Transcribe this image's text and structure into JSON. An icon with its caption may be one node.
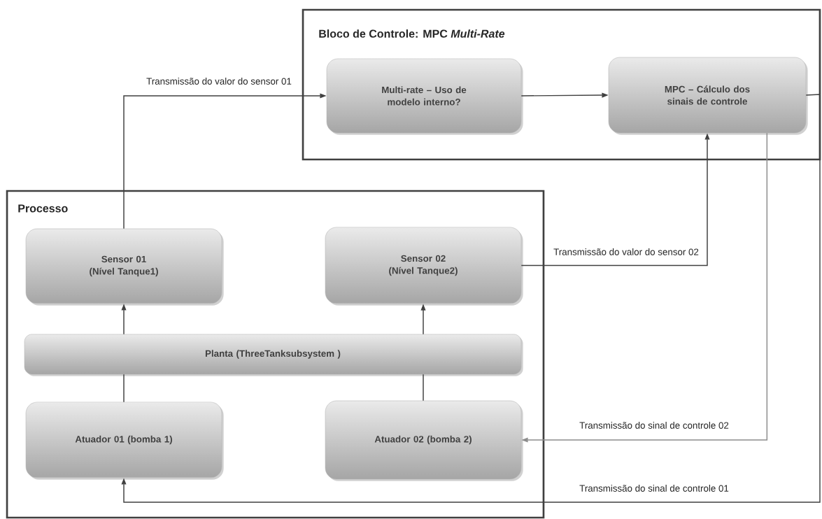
{
  "diagram": {
    "nodes": [
      {
        "text": [
          "Bloco de Controle: MPC *Multi-Rate*"
        ]
      },
      {
        "text": [
          "Multi-rate – Uso de modelo interno?"
        ],
        "in": 0
      },
      {
        "text": [
          "MPC – Cálculo dos sinais de controle"
        ],
        "in": 0
      },
      {
        "text": [
          "Processo"
        ]
      },
      {
        "text": [
          "Sensor 01 (Nível Tanque1)"
        ],
        "in": 3
      },
      {
        "text": [
          "Sensor 02 (Nível Tanque2)"
        ],
        "in": 3
      },
      {
        "text": [
          "Planta (ThreeTanksubsystem )"
        ],
        "in": 3
      },
      {
        "text": [
          "Atuador 01 (bomba 1)"
        ],
        "in": 3
      },
      {
        "text": [
          "Atuador 02 (bomba 2)"
        ],
        "in": 3
      }
    ],
    "edges": [
      {
        "from": 4,
        "to": 1,
        "arrow": "to",
        "label": "Transmissão do valor do sensor 01"
      },
      {
        "from": 1,
        "to": 2,
        "arrow": "to"
      },
      {
        "from": 5,
        "to": 2,
        "arrow": "to",
        "label": "Transmissão do valor do sensor 02"
      },
      {
        "from": 2,
        "to": 8,
        "arrow": "to",
        "label": "Transmissão do sinal de controle 02",
        "color": "#8c8c8c"
      },
      {
        "from": 2,
        "to": 7,
        "arrow": "to",
        "label": "Transmissão do sinal de controle 01"
      },
      {
        "from": 6,
        "to": 4,
        "arrow": "to"
      },
      {
        "from": 6,
        "to": 5,
        "arrow": "to"
      },
      {
        "from": 7,
        "to": 6,
        "arrow": "none"
      },
      {
        "from": 8,
        "to": 6,
        "arrow": "none"
      }
    ]
  }
}
